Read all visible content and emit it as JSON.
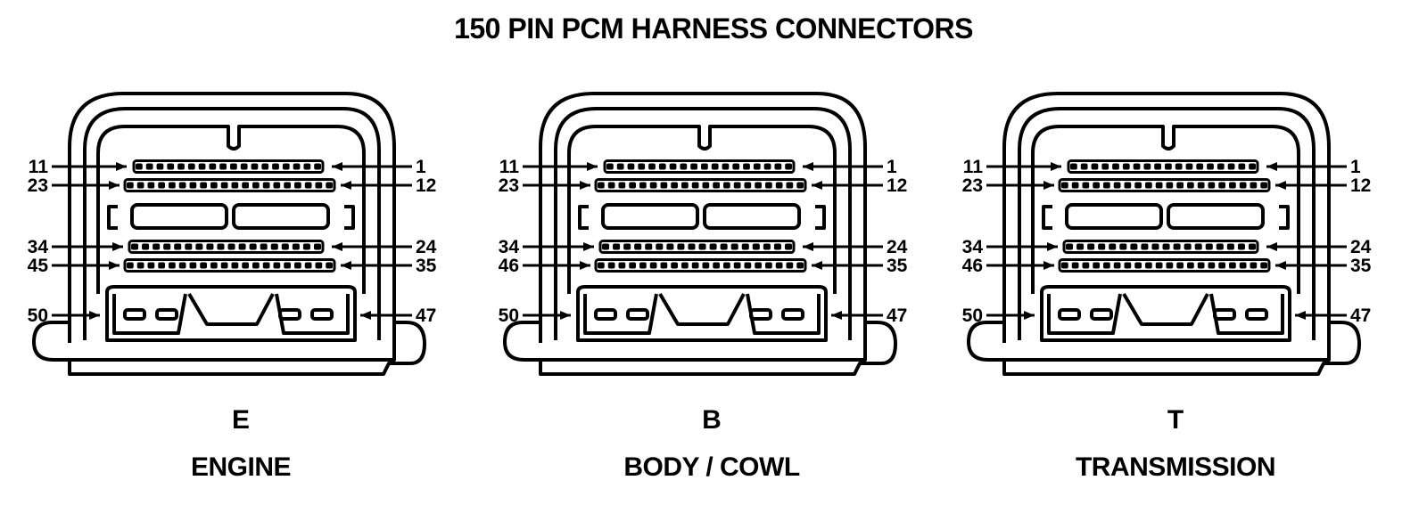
{
  "title": "150 PIN PCM HARNESS CONNECTORS",
  "connectors": [
    {
      "letter": "E",
      "name": "ENGINE",
      "pin_labels": {
        "row1_left": "11",
        "row1_right": "1",
        "row2_left": "23",
        "row2_right": "12",
        "row3_left": "34",
        "row3_right": "24",
        "row4_left": "45",
        "row4_right": "35",
        "row5_left": "50",
        "row5_right": "47"
      }
    },
    {
      "letter": "B",
      "name": "BODY / COWL",
      "pin_labels": {
        "row1_left": "11",
        "row1_right": "1",
        "row2_left": "23",
        "row2_right": "12",
        "row3_left": "34",
        "row3_right": "24",
        "row4_left": "46",
        "row4_right": "35",
        "row5_left": "50",
        "row5_right": "47"
      }
    },
    {
      "letter": "T",
      "name": "TRANSMISSION",
      "pin_labels": {
        "row1_left": "11",
        "row1_right": "1",
        "row2_left": "23",
        "row2_right": "12",
        "row3_left": "34",
        "row3_right": "24",
        "row4_left": "46",
        "row4_right": "35",
        "row5_left": "50",
        "row5_right": "47"
      }
    }
  ]
}
